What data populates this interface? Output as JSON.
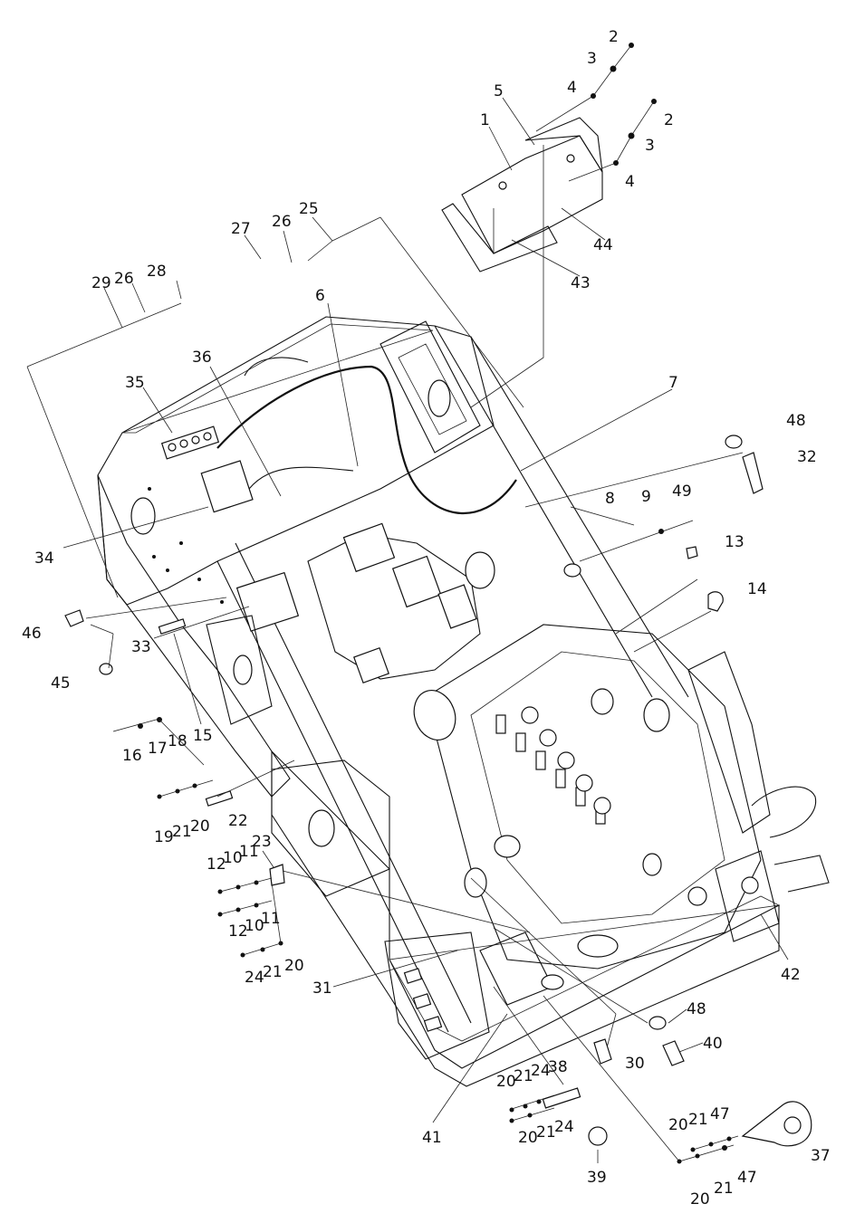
{
  "diagram": {
    "callouts": [
      "1",
      "2",
      "3",
      "4",
      "5",
      "6",
      "7",
      "8",
      "9",
      "10",
      "11",
      "12",
      "13",
      "14",
      "15",
      "16",
      "17",
      "18",
      "19",
      "20",
      "21",
      "22",
      "23",
      "24",
      "25",
      "26",
      "27",
      "28",
      "29",
      "30",
      "31",
      "32",
      "33",
      "34",
      "35",
      "36",
      "37",
      "38",
      "39",
      "40",
      "41",
      "42",
      "43",
      "44",
      "45",
      "46",
      "47",
      "48",
      "49"
    ],
    "labels": {
      "l1": "1",
      "l2a": "2",
      "l2b": "2",
      "l3a": "3",
      "l3b": "3",
      "l4a": "4",
      "l4b": "4",
      "l5": "5",
      "l6": "6",
      "l7": "7",
      "l8": "8",
      "l9": "9",
      "l10a": "10",
      "l10b": "10",
      "l11a": "11",
      "l11b": "11",
      "l12a": "12",
      "l12b": "12",
      "l13": "13",
      "l14": "14",
      "l15": "15",
      "l16": "16",
      "l17": "17",
      "l18": "18",
      "l19": "19",
      "l20a": "20",
      "l20b": "20",
      "l20c": "20",
      "l20d": "20",
      "l20e": "20",
      "l20f": "20",
      "l21a": "21",
      "l21b": "21",
      "l21c": "21",
      "l21d": "21",
      "l21e": "21",
      "l21f": "21",
      "l22": "22",
      "l23": "23",
      "l24a": "24",
      "l24b": "24",
      "l24c": "24",
      "l25": "25",
      "l26a": "26",
      "l26b": "26",
      "l27": "27",
      "l28": "28",
      "l29": "29",
      "l30": "30",
      "l31": "31",
      "l32": "32",
      "l33": "33",
      "l34": "34",
      "l35": "35",
      "l36": "36",
      "l37": "37",
      "l38": "38",
      "l39": "39",
      "l40": "40",
      "l41": "41",
      "l42": "42",
      "l43": "43",
      "l44": "44",
      "l45": "45",
      "l46": "46",
      "l47a": "47",
      "l47b": "47",
      "l48a": "48",
      "l48b": "48",
      "l49": "49"
    }
  }
}
